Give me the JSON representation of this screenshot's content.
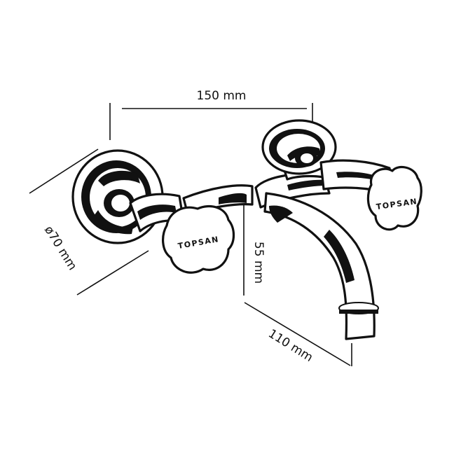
{
  "dimensions": {
    "width_label": "150 mm",
    "diameter_label": "ø70 mm",
    "height_label": "55 mm",
    "spout_label": "110 mm"
  },
  "brand": {
    "left_handle": "TOPSAN",
    "right_handle": "TOPSAN"
  }
}
